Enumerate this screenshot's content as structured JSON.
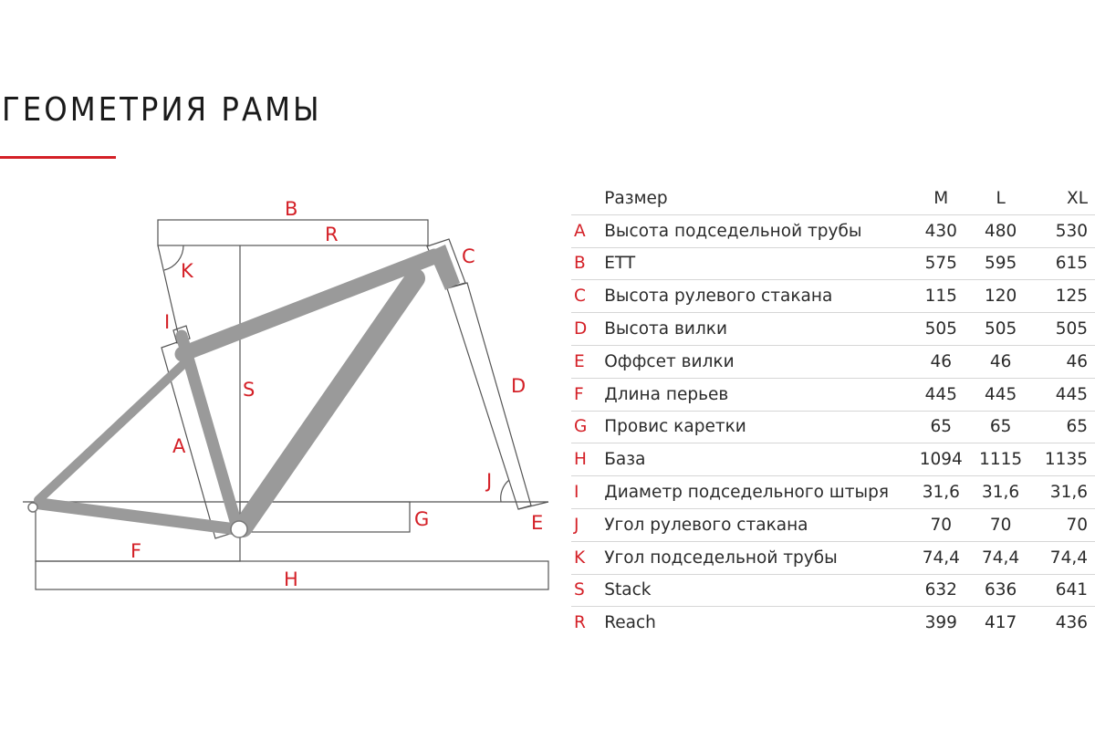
{
  "title": "ГЕОМЕТРИЯ РАМЫ",
  "colors": {
    "accent": "#d42027",
    "frame": "#9a9a9a",
    "outline": "#555555",
    "text": "#2b2b2b"
  },
  "diagram": {
    "labels": {
      "A": "A",
      "B": "B",
      "C": "C",
      "D": "D",
      "E": "E",
      "F": "F",
      "G": "G",
      "H": "H",
      "I": "I",
      "J": "J",
      "K": "K",
      "S": "S",
      "R": "R"
    }
  },
  "table": {
    "header": {
      "label": "Размер",
      "sizes": [
        "M",
        "L",
        "XL"
      ]
    },
    "rows": [
      {
        "letter": "A",
        "name": "Высота подседельной трубы",
        "values": [
          "430",
          "480",
          "530"
        ]
      },
      {
        "letter": "B",
        "name": "ETT",
        "values": [
          "575",
          "595",
          "615"
        ]
      },
      {
        "letter": "C",
        "name": "Высота рулевого стакана",
        "values": [
          "115",
          "120",
          "125"
        ]
      },
      {
        "letter": "D",
        "name": "Высота вилки",
        "values": [
          "505",
          "505",
          "505"
        ]
      },
      {
        "letter": "E",
        "name": "Оффсет вилки",
        "values": [
          "46",
          "46",
          "46"
        ]
      },
      {
        "letter": "F",
        "name": "Длина перьев",
        "values": [
          "445",
          "445",
          "445"
        ]
      },
      {
        "letter": "G",
        "name": "Провис каретки",
        "values": [
          "65",
          "65",
          "65"
        ]
      },
      {
        "letter": "H",
        "name": "База",
        "values": [
          "1094",
          "1115",
          "1135"
        ]
      },
      {
        "letter": "I",
        "name": "Диаметр подседельного штыря",
        "values": [
          "31,6",
          "31,6",
          "31,6"
        ]
      },
      {
        "letter": "J",
        "name": "Угол рулевого стакана",
        "values": [
          "70",
          "70",
          "70"
        ]
      },
      {
        "letter": "K",
        "name": "Угол подседельной трубы",
        "values": [
          "74,4",
          "74,4",
          "74,4"
        ]
      },
      {
        "letter": "S",
        "name": "Stack",
        "values": [
          "632",
          "636",
          "641"
        ]
      },
      {
        "letter": "R",
        "name": "Reach",
        "values": [
          "399",
          "417",
          "436"
        ]
      }
    ]
  }
}
